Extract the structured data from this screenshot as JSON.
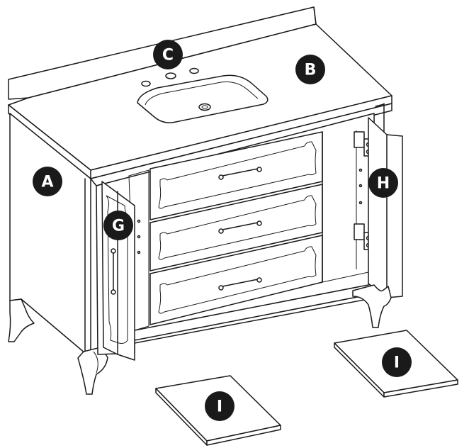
{
  "labels": {
    "a": "A",
    "b": "B",
    "c": "C",
    "g": "G",
    "h": "H",
    "i_left": "I",
    "i_right": "I"
  },
  "colors": {
    "line": "#1a1a1a",
    "background": "#ffffff",
    "label_fill": "#1a1a1a",
    "label_text": "#ffffff"
  }
}
